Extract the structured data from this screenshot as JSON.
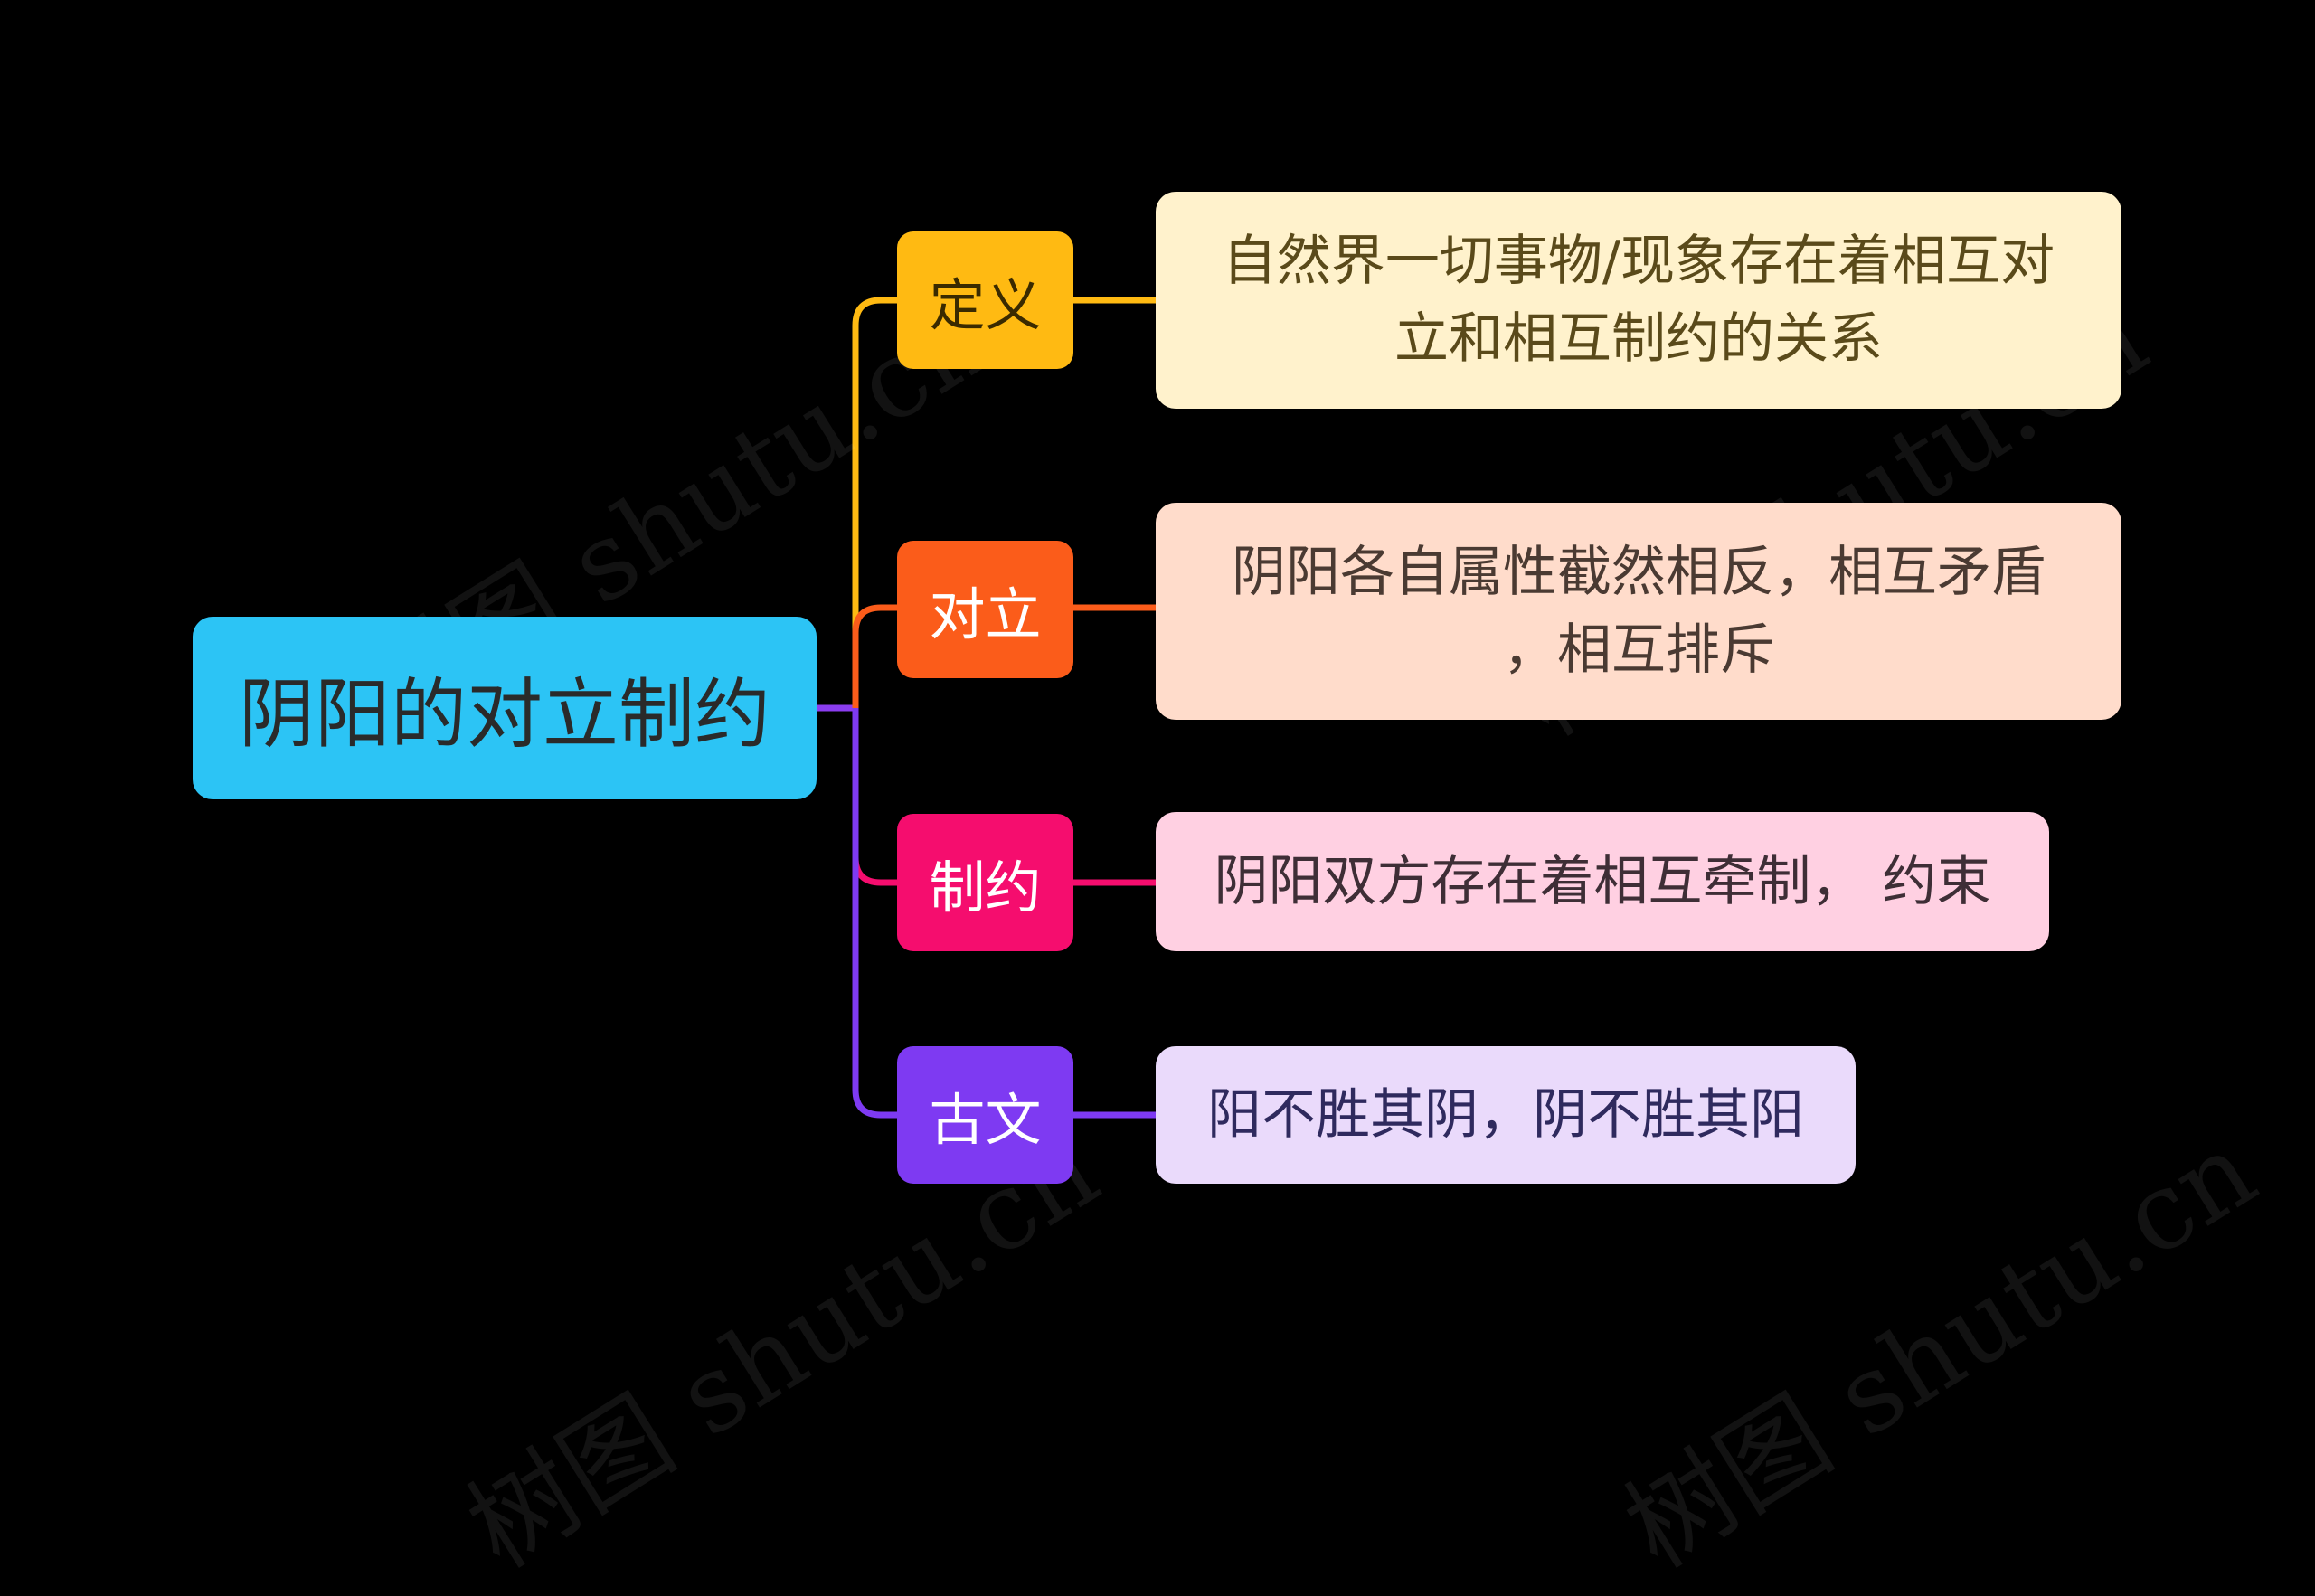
{
  "root": {
    "label": "阴阳的对立制约",
    "color": "#2CC4F5"
  },
  "branches": [
    {
      "label": "定义",
      "color": "#FFBA12",
      "leaf": {
        "lines": [
          "自然界一切事物/现象存在着相互对",
          "立和相互制约的关系"
        ],
        "bg": "#FFF2CC",
        "text": "#5a4a1a"
      }
    },
    {
      "label": "对立",
      "color": "#FB5C1A",
      "leaf": {
        "lines": [
          "阴阳各自属性截然相反，相互矛盾",
          "，相互排斥"
        ],
        "bg": "#FFDCCB",
        "text": "#4a3a32"
      }
    },
    {
      "label": "制约",
      "color": "#F50D6E",
      "leaf": {
        "lines": [
          "阴阳双方存在着相互牵制， 约束"
        ],
        "bg": "#FFD0E2",
        "text": "#3e2e36"
      }
    },
    {
      "label": "古文",
      "color": "#7E3AF2",
      "leaf": {
        "lines": [
          "阳不胜其阴，阴不胜其阳"
        ],
        "bg": "#EADAFB",
        "text": "#2f2a5e"
      }
    }
  ],
  "watermark": "树图 shutu.cn"
}
